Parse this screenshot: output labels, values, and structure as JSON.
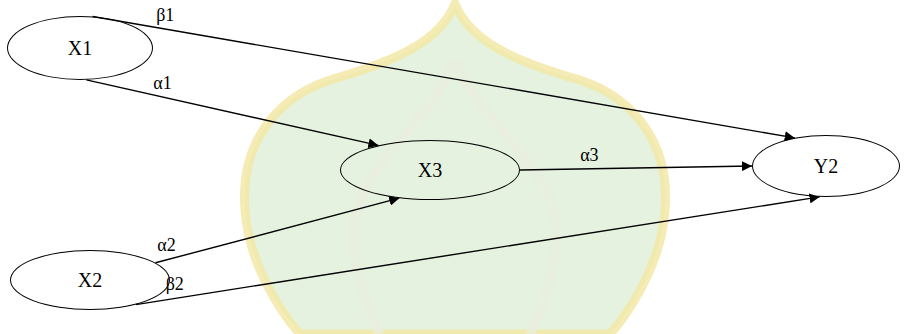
{
  "diagram": {
    "nodes": [
      {
        "text": [
          "X1"
        ]
      },
      {
        "text": [
          "X3"
        ]
      },
      {
        "text": [
          "Y2"
        ]
      },
      {
        "text": [
          "X2"
        ]
      }
    ],
    "edges": [
      {
        "from": 0,
        "to": 2,
        "arrow": "to",
        "label": "β1"
      },
      {
        "from": 0,
        "to": 1,
        "arrow": "to",
        "label": "α1"
      },
      {
        "from": 3,
        "to": 1,
        "arrow": "to",
        "label": "α2"
      },
      {
        "from": 1,
        "to": 2,
        "arrow": "to",
        "label": "α3"
      },
      {
        "from": 3,
        "to": 2,
        "arrow": "to",
        "label": "β2"
      }
    ]
  }
}
